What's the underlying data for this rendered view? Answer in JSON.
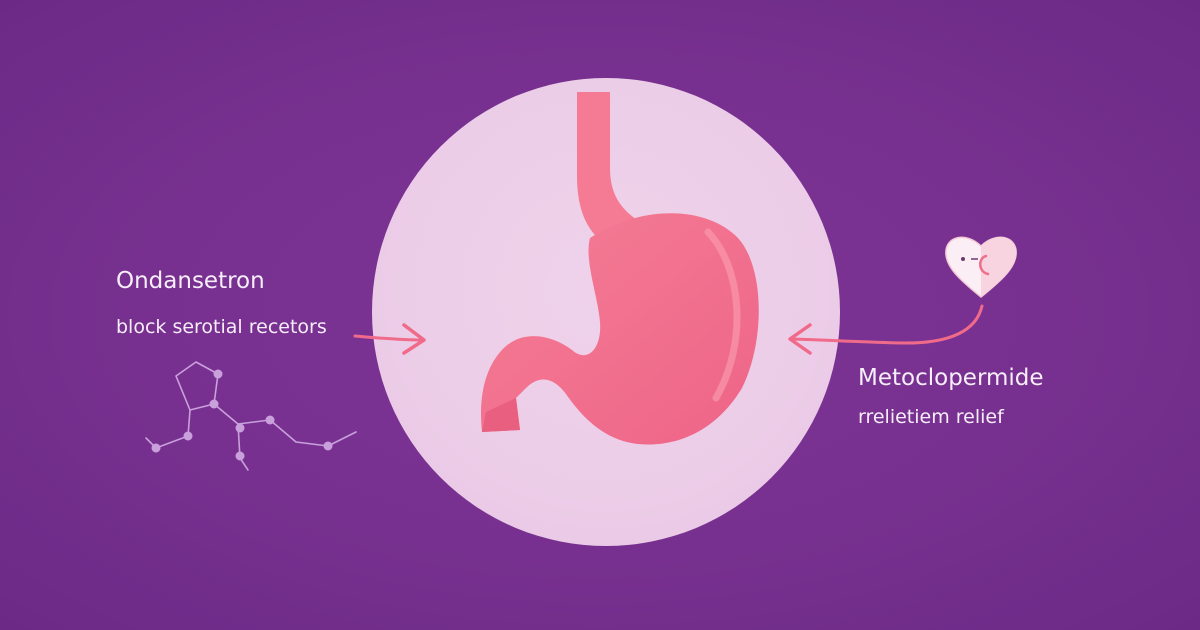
{
  "left_drug": {
    "name": "Ondansetron",
    "description": "block serotial recetors"
  },
  "right_drug": {
    "name": "Metoclopermide",
    "description": "rrelietiem relief"
  },
  "colors": {
    "background": "#77308f",
    "circle": "#eccde8",
    "stomach": "#f2708c",
    "arrow": "#f06a8a",
    "text": "#f7eefa"
  },
  "icons": [
    "molecule-icon",
    "heart-icon",
    "stomach-icon"
  ]
}
